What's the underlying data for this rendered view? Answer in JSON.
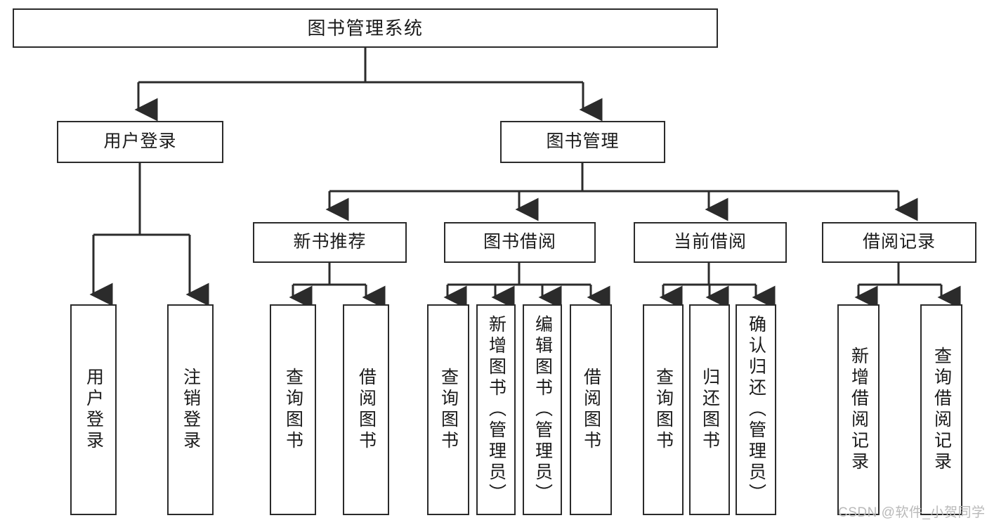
{
  "diagram": {
    "type": "tree-hierarchy-chart",
    "title": "图书管理系统",
    "stroke_color": "#2b2b2b",
    "text_color": "#1a1a1a",
    "background_color": "#ffffff",
    "root": {
      "label": "图书管理系统"
    },
    "level2": [
      {
        "label": "用户登录"
      },
      {
        "label": "图书管理"
      }
    ],
    "level3": [
      {
        "label": "新书推荐"
      },
      {
        "label": "图书借阅"
      },
      {
        "label": "当前借阅"
      },
      {
        "label": "借阅记录"
      }
    ],
    "leaves": {
      "user_login": [
        {
          "label": "用户登录"
        },
        {
          "label": "注销登录"
        }
      ],
      "new_book_recommend": [
        {
          "label": "查询图书"
        },
        {
          "label": "借阅图书"
        }
      ],
      "book_borrow": [
        {
          "label": "查询图书"
        },
        {
          "label": "新增图书（管理员）"
        },
        {
          "label": "编辑图书（管理员）"
        },
        {
          "label": "借阅图书"
        }
      ],
      "current_borrow": [
        {
          "label": "查询图书"
        },
        {
          "label": "归还图书"
        },
        {
          "label": "确认归还（管理员）"
        }
      ],
      "borrow_record": [
        {
          "label": "新增借阅记录"
        },
        {
          "label": "查询借阅记录"
        }
      ]
    }
  },
  "watermark": {
    "text": "CSDN @软件_小贺同学"
  }
}
